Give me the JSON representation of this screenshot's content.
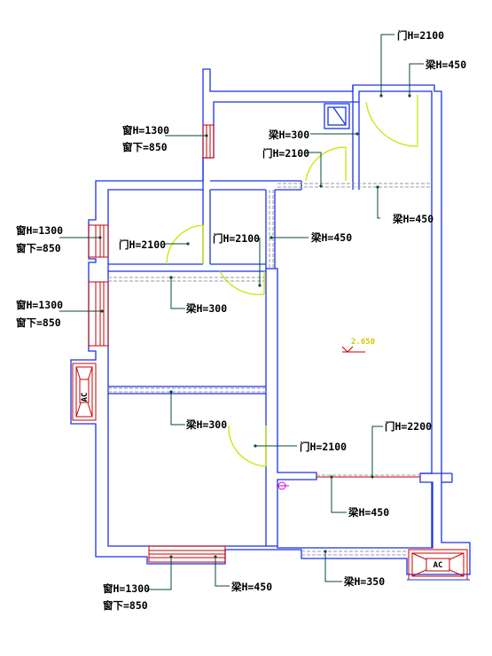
{
  "colors": {
    "wall": "#1a33e6",
    "leader": "#004d33",
    "door": "#c8e600",
    "beam": "#9a9aa6",
    "window": "#c80000",
    "elevation": "#d8c800",
    "text": "#000000"
  },
  "labels": {
    "door_top_right": "门H=2100",
    "beam_top_right": "梁H=450",
    "win_top_h": "窗H=1300",
    "win_top_sill": "窗下=850",
    "beam_storage": "梁H=300",
    "door_storage": "门H=2100",
    "beam_living_top": "梁H=450",
    "win_left1_h": "窗H=1300",
    "win_left1_sill": "窗下=850",
    "door_left_room": "门H=2100",
    "door_corridor": "门H=2100",
    "beam_corridor": "梁H=450",
    "win_left2_h": "窗H=1300",
    "win_left2_sill": "窗下=850",
    "beam_bed1": "梁H=300",
    "elevation": "2.650",
    "beam_bed2": "梁H=300",
    "door_bed2": "门H=2100",
    "door_balcony": "门H=2200",
    "beam_balcony": "梁H=450",
    "beam_bottom_right": "梁H=350",
    "win_bottom_h": "窗H=1300",
    "win_bottom_sill": "窗下=850",
    "beam_bottom": "梁H=450",
    "ac_left": "AC",
    "ac_right": "AC"
  }
}
